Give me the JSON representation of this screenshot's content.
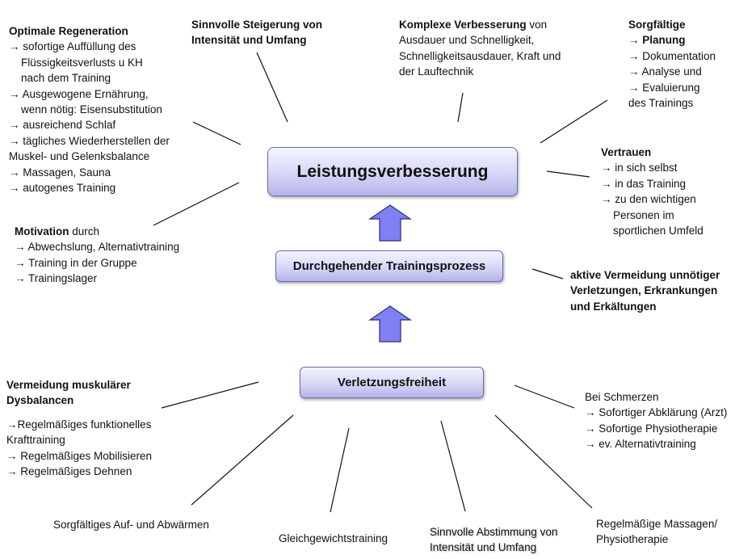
{
  "center": {
    "main": "Leistungsverbesserung",
    "middle": "Durchgehender Trainingsprozess",
    "bottom": "Verletzungsfreiheit"
  },
  "regeneration": {
    "title": "Optimale Regeneration",
    "lines": [
      "→ sofortige Auffüllung des",
      "Flüssigkeitsverlusts u KH",
      "nach dem Training",
      "→ Ausgewogene Ernährung,",
      "wenn nötig: Eisensubstitution",
      "→ ausreichend Schlaf",
      "→ tägliches Wiederherstellen der",
      "Muskel- und Gelenksbalance",
      "→ Massagen, Sauna",
      "→ autogenes Training"
    ]
  },
  "steigerung": {
    "lines": [
      "Sinnvolle Steigerung von",
      "Intensität und Umfang"
    ]
  },
  "komplex": {
    "bold": "Komplexe Verbesserung",
    "rest": " von",
    "lines": [
      "Ausdauer und Schnelligkeit,",
      "Schnelligkeitsausdauer, Kraft und",
      "der Lauftechnik"
    ]
  },
  "sorgfaeltig": {
    "title": "Sorgfältige",
    "planung": "→ Planung",
    "lines": [
      "→ Dokumentation",
      "→ Analyse und",
      "→ Evaluierung",
      "des Trainings"
    ]
  },
  "vertrauen": {
    "title": "Vertrauen",
    "lines": [
      "→ in sich selbst",
      "→ in das Training",
      "→ zu den wichtigen",
      "Personen im",
      "sportlichen Umfeld"
    ]
  },
  "motivation": {
    "bold": "Motivation",
    "rest": " durch",
    "lines": [
      "→ Abwechslung, Alternativtraining",
      "→ Training in der Gruppe",
      "→ Trainingslager"
    ]
  },
  "vermeidung": {
    "lines": [
      "aktive Vermeidung unnötiger",
      "Verletzungen, Erkrankungen",
      "und Erkältungen"
    ]
  },
  "dysbalancen": {
    "title_lines": [
      "Vermeidung muskulärer",
      "Dysbalancen"
    ],
    "lines": [
      "→Regelmäßiges funktionelles",
      "Krafttraining",
      "→ Regelmäßiges Mobilisieren",
      "→ Regelmäßiges Dehnen"
    ]
  },
  "schmerzen": {
    "title": "Bei Schmerzen",
    "lines": [
      "→ Sofortiger Abklärung (Arzt)",
      "→ Sofortige Physiotherapie",
      "→ ev. Alternativtraining"
    ]
  },
  "aufwaermen": {
    "text": "Sorgfältiges Auf- und Abwärmen"
  },
  "gleichgewicht": {
    "text": "Gleichgewichtstraining"
  },
  "abstimmung": {
    "lines": [
      "Sinnvolle Abstimmung von",
      "Intensität und Umfang"
    ]
  },
  "massagen": {
    "lines": [
      "Regelmäßige Massagen/",
      "Physiotherapie"
    ]
  },
  "colors": {
    "box_border": "#6b6bb0",
    "arrow_fill": "#8080f5",
    "arrow_stroke": "#2a2a70"
  }
}
